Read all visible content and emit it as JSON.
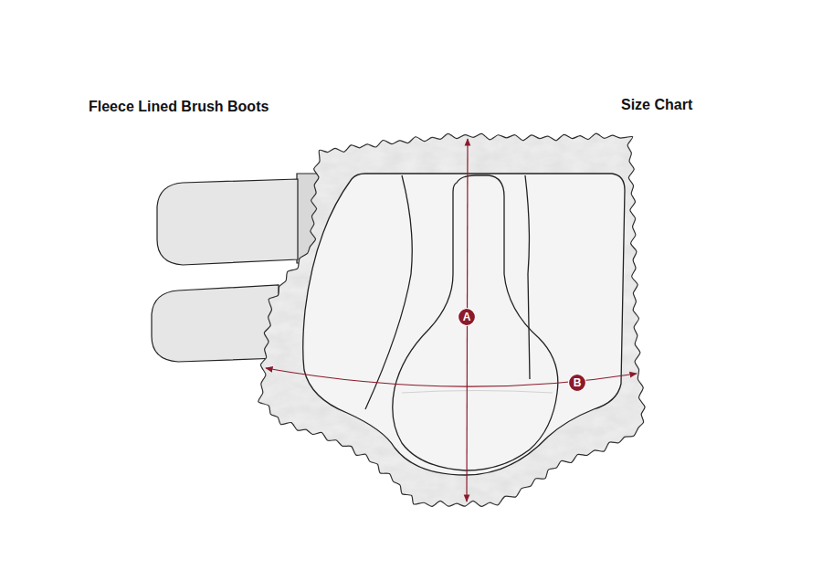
{
  "diagram": {
    "title": "Fleece Lined Brush Boots",
    "labels": [
      "Size Chart",
      "A",
      "B"
    ]
  }
}
